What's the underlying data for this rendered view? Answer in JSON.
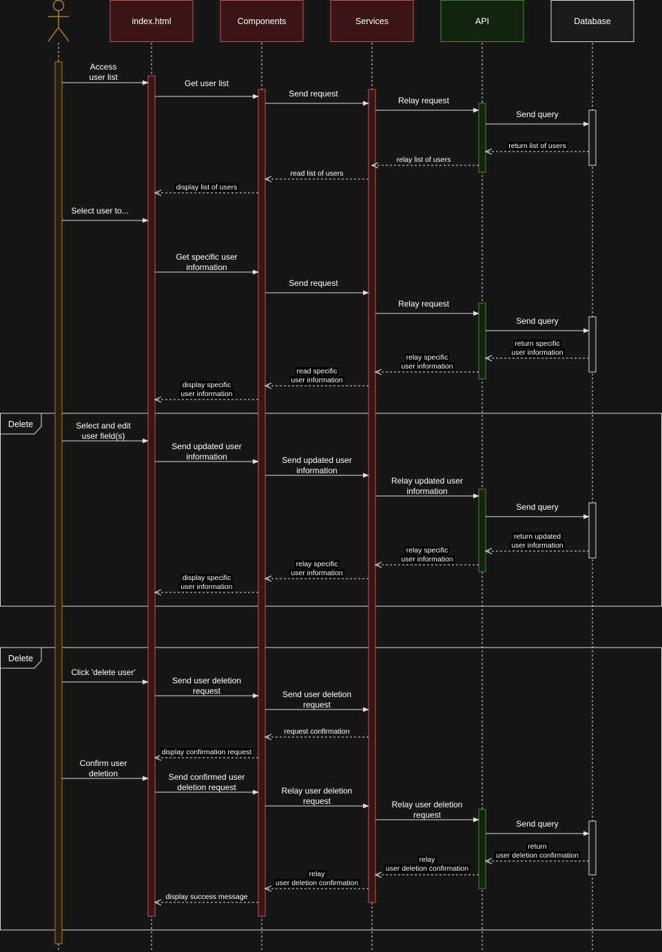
{
  "participants": {
    "actor": "",
    "index": "index.html",
    "components": "Components",
    "services": "Services",
    "api": "API",
    "database": "Database"
  },
  "fragments": {
    "edit": "Delete",
    "delete": "Delete"
  },
  "messages": {
    "m01": [
      "Access",
      "user list"
    ],
    "m02": [
      "Get user list"
    ],
    "m03": [
      "Send request"
    ],
    "m04": [
      "Relay  request"
    ],
    "m05": [
      "Send query"
    ],
    "r01": [
      "return list of users"
    ],
    "r02": [
      "relay list of users"
    ],
    "r03": [
      "read list of users"
    ],
    "r04": [
      "display list of users"
    ],
    "m06": [
      "Select user to..."
    ],
    "m07": [
      "Get specific user",
      "information"
    ],
    "m08": [
      "Send request"
    ],
    "m09": [
      "Relay  request"
    ],
    "m10": [
      "Send query"
    ],
    "r05": [
      "return specific",
      "user information"
    ],
    "r06": [
      "relay specific",
      "user information"
    ],
    "r07": [
      "read specific",
      "user information"
    ],
    "r08": [
      "display specific",
      "user information"
    ],
    "m11": [
      "Select and edit",
      "user field(s)"
    ],
    "m12": [
      "Send updated user",
      "information"
    ],
    "m13": [
      "Send updated user",
      "information"
    ],
    "m14": [
      "Relay updated user",
      "information"
    ],
    "m15": [
      "Send query"
    ],
    "r09": [
      "return updated",
      "user information"
    ],
    "r10": [
      "relay specific",
      "user information"
    ],
    "r11": [
      "relay specific",
      "user information"
    ],
    "r12": [
      "display specific",
      "user information"
    ],
    "m16": [
      "Click 'delete user'"
    ],
    "m17": [
      "Send user deletion",
      "request"
    ],
    "m18": [
      "Send user deletion",
      "request"
    ],
    "r13": [
      "request confirmation"
    ],
    "r14": [
      "display confirmation request"
    ],
    "m19": [
      "Confirm user",
      "deletion"
    ],
    "m20": [
      "Send confirmed user",
      "deletion request"
    ],
    "m21": [
      "Relay user deletion",
      "request"
    ],
    "m22": [
      "Relay user deletion",
      "request"
    ],
    "m23": [
      "Send query"
    ],
    "r15": [
      "return",
      "user deletion confirmation"
    ],
    "r16": [
      "relay",
      "user deletion confirmation"
    ],
    "r17": [
      "relay",
      "user deletion confirmation"
    ],
    "r18": [
      "display success message"
    ]
  },
  "colors": {
    "background": "#161616",
    "actor": "#b7792e",
    "app_fill": "#3b1515",
    "app_stroke": "#c65353",
    "api_fill": "#12240f",
    "api_stroke": "#4b8a2e",
    "db_fill": "#1a1a1a",
    "db_stroke": "#dddddd",
    "line": "#dddddd"
  }
}
